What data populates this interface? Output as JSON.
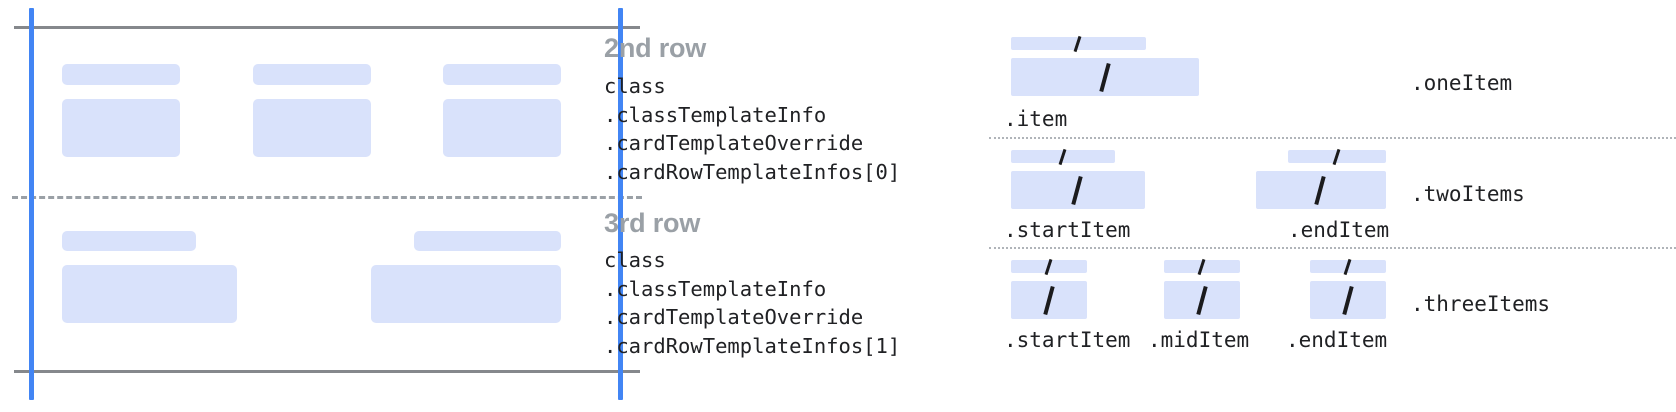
{
  "colors": {
    "chip_fill": "#d9e2fb",
    "guide_blue": "#4285f4",
    "rule_gray": "#85888c",
    "dash_gray": "#9aa0a6",
    "dot_gray": "#b0b4b9",
    "heading_gray": "#9aa0a6",
    "code_text": "#202124",
    "slash_black": "#1b1b1d"
  },
  "left_diagram": {
    "name": "card-row-layout-preview",
    "row2": {
      "columns": [
        {
          "header_placeholder": "",
          "body_placeholder": ""
        },
        {
          "header_placeholder": "",
          "body_placeholder": ""
        },
        {
          "header_placeholder": "",
          "body_placeholder": ""
        }
      ]
    },
    "row3": {
      "columns": [
        {
          "header_placeholder": "",
          "body_placeholder": ""
        },
        {
          "header_placeholder": "",
          "body_placeholder": ""
        }
      ]
    }
  },
  "annotations": [
    {
      "title": "2nd row",
      "code_lines": [
        "class",
        ".classTemplateInfo",
        ".cardTemplateOverride",
        ".cardRowTemplateInfos[0]"
      ]
    },
    {
      "title": "3rd row",
      "code_lines": [
        "class",
        ".classTemplateInfo",
        ".cardTemplateOverride",
        ".cardRowTemplateInfos[1]"
      ]
    }
  ],
  "item_groups": [
    {
      "name": ".oneItem",
      "items": [
        {
          "label": ".item",
          "slash": "/"
        }
      ]
    },
    {
      "name": ".twoItems",
      "items": [
        {
          "label": ".startItem",
          "slash": "/"
        },
        {
          "label": ".endItem",
          "slash": "/"
        }
      ]
    },
    {
      "name": ".threeItems",
      "items": [
        {
          "label": ".startItem",
          "slash": "/"
        },
        {
          "label": ".midItem",
          "slash": "/"
        },
        {
          "label": ".endItem",
          "slash": "/"
        }
      ]
    }
  ]
}
